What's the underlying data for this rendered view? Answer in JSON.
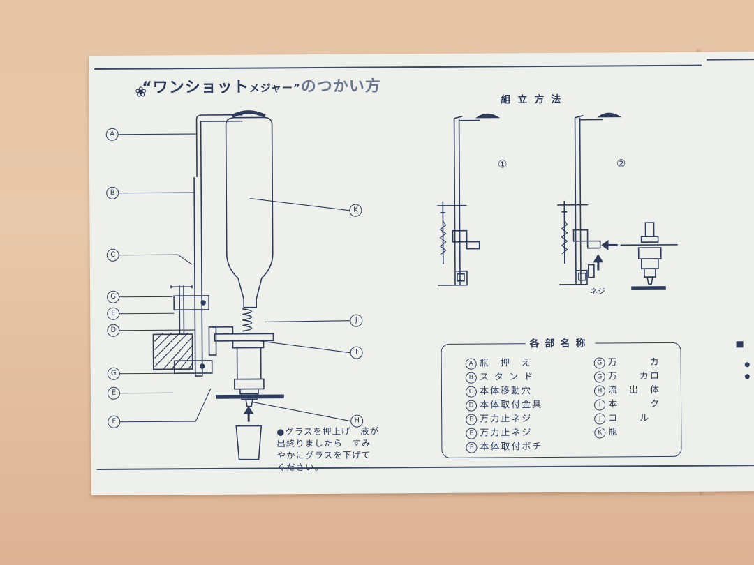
{
  "title": {
    "main": "“ワンショット",
    "small": "メジャー”",
    "rest": "のつかい方"
  },
  "assembly": {
    "title": "組立方法",
    "step1": "①",
    "step2": "②",
    "screw_label": "ネジ"
  },
  "diagram_labels": {
    "A": "A",
    "B": "B",
    "C": "C",
    "G1": "G",
    "E1": "E",
    "D": "D",
    "G2": "G",
    "E2": "E",
    "F": "F",
    "K": "K",
    "J": "J",
    "I": "I",
    "H": "H"
  },
  "parts": {
    "title": "各部名称",
    "left": [
      {
        "key": "A",
        "name": "瓶　押　え"
      },
      {
        "key": "B",
        "name": "ス タ ン ド"
      },
      {
        "key": "C",
        "name": "本体移動穴"
      },
      {
        "key": "D",
        "name": "本体取付金具"
      },
      {
        "key": "E",
        "name": "万力止ネジ"
      },
      {
        "key": "E",
        "name": "万力止ネジ"
      },
      {
        "key": "F",
        "name": "本体取付ボチ"
      }
    ],
    "right": [
      {
        "key": "G",
        "name": "万　　　カ"
      },
      {
        "key": "G",
        "name": "万　　カロ"
      },
      {
        "key": "H",
        "name": "流　出　体"
      },
      {
        "key": "I",
        "name": "本　　　ク"
      },
      {
        "key": "J",
        "name": "コ　　ル"
      },
      {
        "key": "K",
        "name": "瓶"
      }
    ]
  },
  "note": {
    "line1": "●グラスを押上げ　液が",
    "line2": "出終りましたら　すみ",
    "line3": "やかにグラスを下げて",
    "line4": "ください。"
  },
  "colors": {
    "ink": "#2d3a5a",
    "paper": "#eef0ec",
    "background": "#e6c4a6"
  }
}
